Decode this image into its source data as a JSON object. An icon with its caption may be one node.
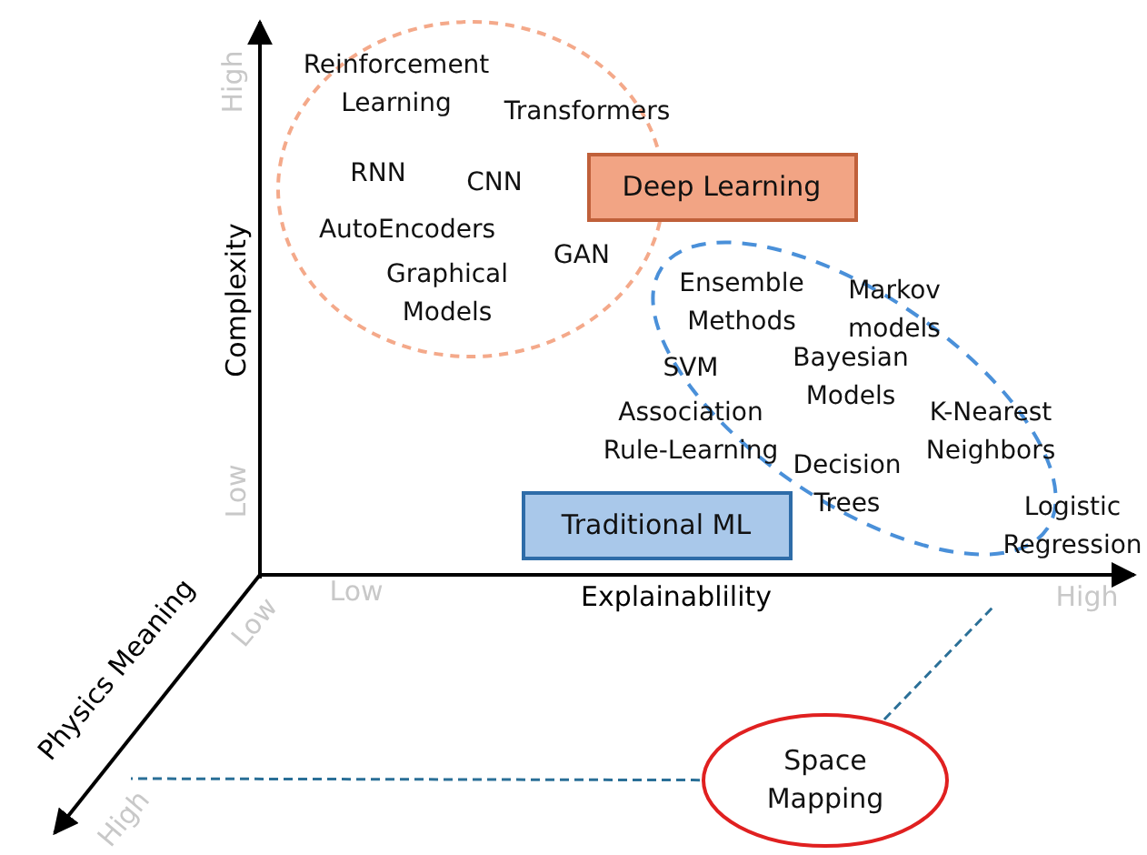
{
  "diagram": {
    "nodes": [
      {
        "text": [
          "Reinforcement Learning",
          "Transformers",
          "RNN",
          "CNN",
          "AutoEncoders",
          "GAN",
          "Graphical Models"
        ]
      },
      {
        "text": [
          "Deep Learning"
        ]
      },
      {
        "text": [
          "Ensemble Methods",
          "Markov models",
          "SVM",
          "Bayesian Models",
          "Association Rule-Learning",
          "K-Nearest Neighbors",
          "Decision Trees",
          "Logistic Regression"
        ]
      },
      {
        "text": [
          "Traditional ML"
        ]
      },
      {
        "text": [
          "Space Mapping"
        ]
      }
    ],
    "edges": [
      {
        "from": 4,
        "to": null,
        "arrow": "none",
        "style": "dashed"
      },
      {
        "from": 4,
        "to": null,
        "arrow": "none",
        "style": "dashed"
      }
    ],
    "labels": [
      "High",
      "Complexity",
      "Low",
      "Low",
      "Explainablility",
      "High",
      "Low",
      "Physics Meaning",
      "High"
    ]
  }
}
